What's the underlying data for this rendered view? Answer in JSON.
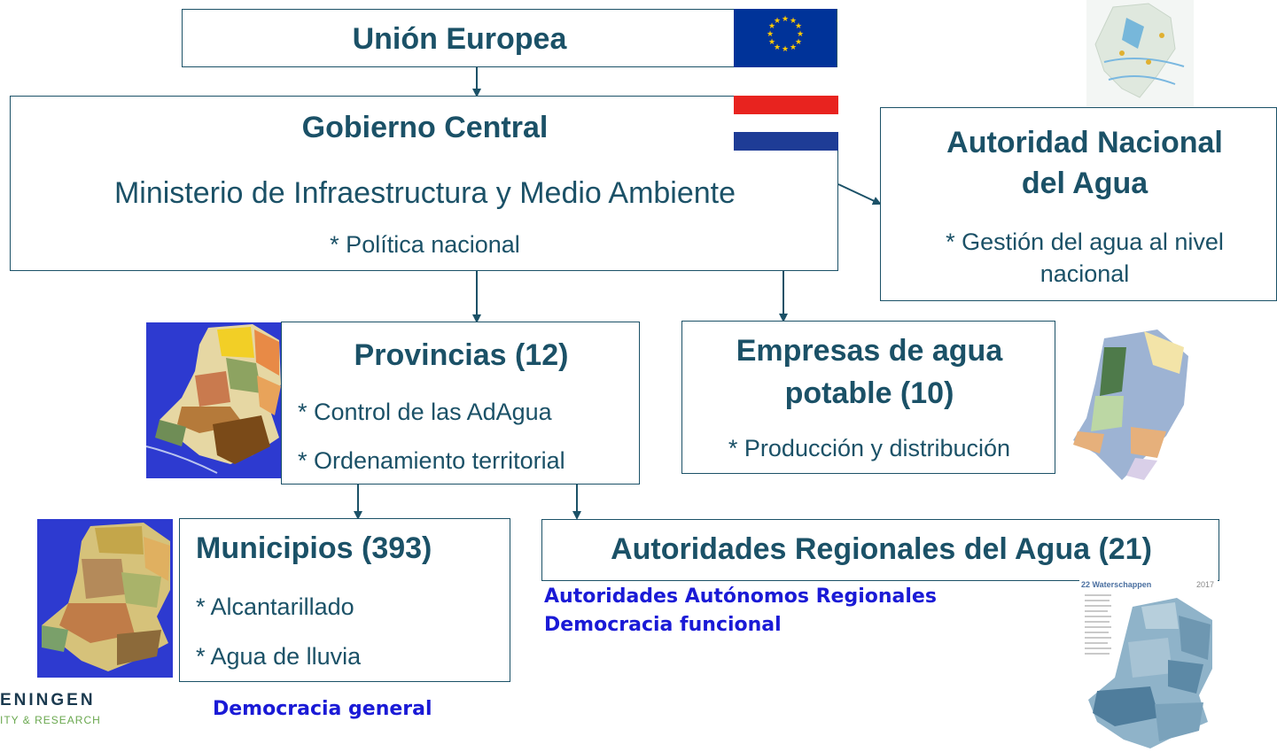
{
  "eu": {
    "title": "Unión Europea"
  },
  "central": {
    "title": "Gobierno Central",
    "ministry": "Ministerio de Infraestructura y Medio Ambiente",
    "item": "* Política nacional"
  },
  "national_water": {
    "title_line1": "Autoridad Nacional",
    "title_line2": "del Agua",
    "item_line1": "* Gestión del agua al nivel",
    "item_line2": "nacional"
  },
  "provinces": {
    "title": "Provincias (12)",
    "items": [
      "* Control de las AdAgua",
      "* Ordenamiento territorial"
    ]
  },
  "drinking_water": {
    "title_line1": "Empresas de agua",
    "title_line2": "potable (10)",
    "item": "* Producción y distribución"
  },
  "municipalities": {
    "title": "Municipios (393)",
    "items": [
      "* Alcantarillado",
      "* Agua de lluvia"
    ],
    "note": "Democracia general"
  },
  "regional_water": {
    "title": "Autoridades Regionales del Agua (21)",
    "note_line1": "Autoridades Autónomos Regionales",
    "note_line2": "Democracia funcional"
  },
  "logo": {
    "line1": "ENINGEN",
    "line2": "ITY & RESEARCH"
  },
  "map_waterschappen": {
    "header": "22 Waterschappen",
    "year": "2017"
  },
  "colors": {
    "box_border": "#1b5167",
    "text": "#1b5167",
    "note": "#1a1ad6",
    "eu_blue": "#003399",
    "eu_star": "#ffcc00",
    "nl_red": "#e8231f",
    "nl_blue": "#1e3c96",
    "logo_green": "#6aa84f"
  }
}
